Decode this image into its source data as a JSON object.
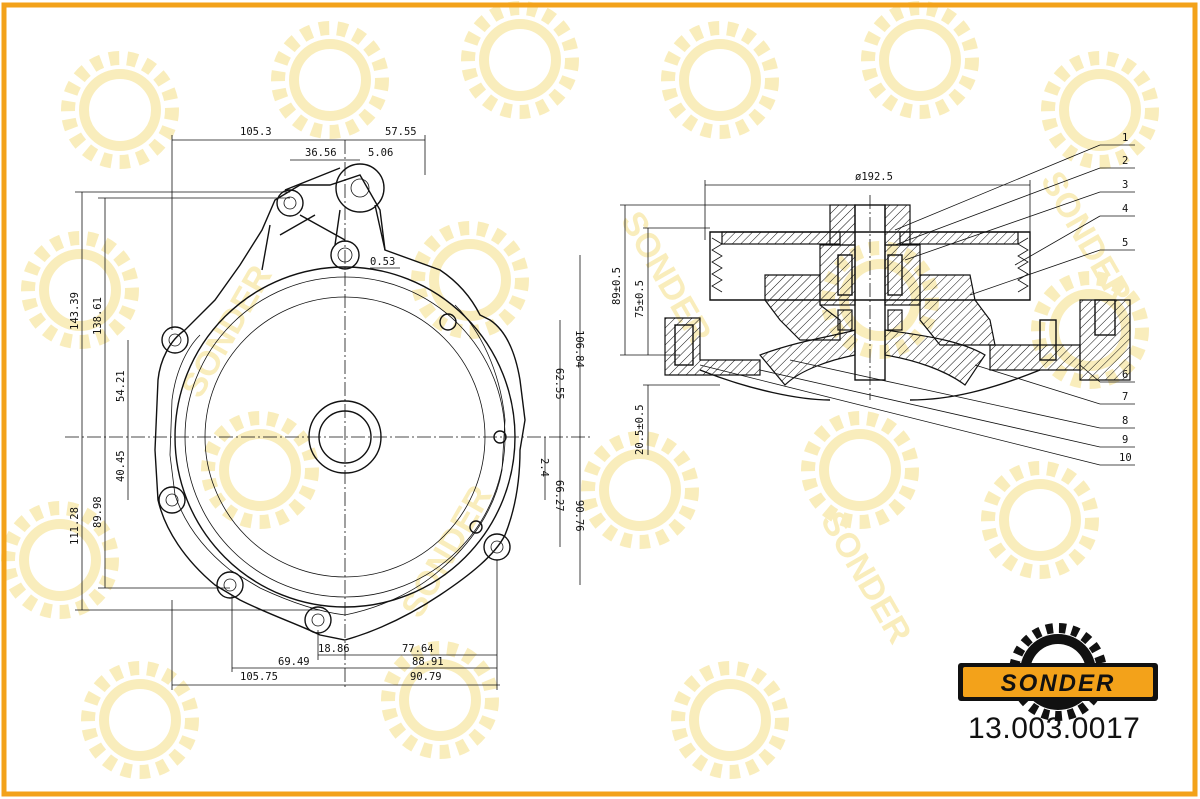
{
  "colors": {
    "frame": "#f3a21a",
    "watermark": "#f7e7a6",
    "logo_fill": "#f3a21a",
    "logo_text": "#111111",
    "gear": "#111111",
    "lines": "#111111"
  },
  "brand": {
    "logo_text": "SONDER",
    "part_number": "13.003.0017"
  },
  "watermark_text": "SONDER",
  "front_view": {
    "dims_top": [
      "105.3",
      "57.55",
      "36.56",
      "5.06",
      "0.53"
    ],
    "dims_left": [
      "143.39",
      "138.61",
      "54.21",
      "40.45",
      "89.98",
      "111.28"
    ],
    "dims_right": [
      "106.84",
      "62.55",
      "2.4",
      "66.27",
      "90.76"
    ],
    "dims_bottom": [
      "18.86",
      "77.64",
      "69.49",
      "88.91",
      "105.75",
      "90.79"
    ]
  },
  "section_view": {
    "diameter": "ø192.5",
    "heights": [
      "89±0.5",
      "75±0.5",
      "20.5±0.5"
    ],
    "callouts": [
      "1",
      "2",
      "3",
      "4",
      "5",
      "6",
      "7",
      "8",
      "9",
      "10"
    ]
  },
  "icons": [
    "gear-icon",
    "sonder-logo"
  ]
}
